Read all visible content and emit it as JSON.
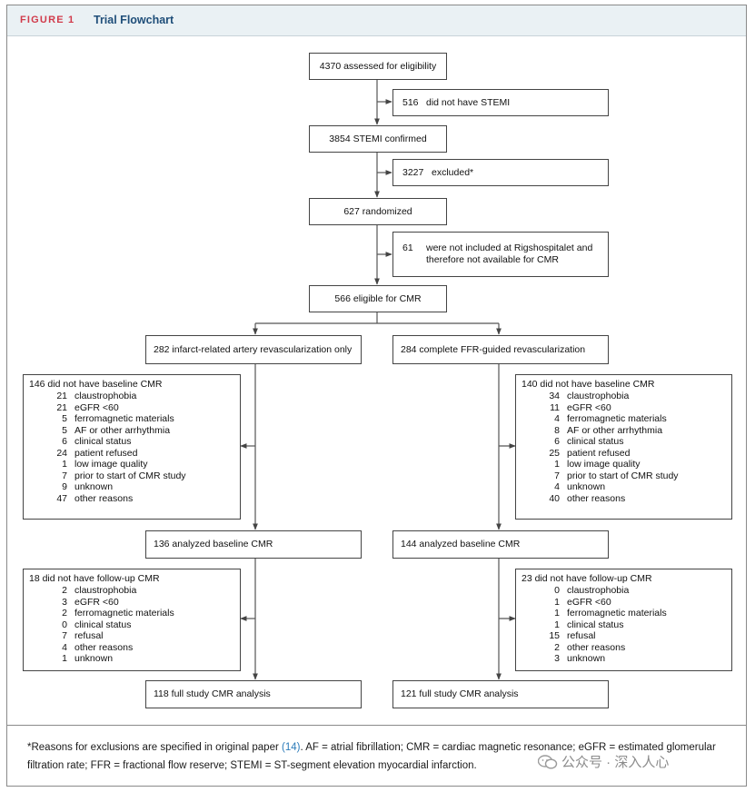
{
  "figure": {
    "label": "FIGURE 1",
    "title": "Trial Flowchart"
  },
  "flow": {
    "assessed": "4370 assessed for eligibility",
    "no_stemi": {
      "num": "516",
      "text": "did not have STEMI"
    },
    "stemi_confirmed": "3854 STEMI confirmed",
    "excluded": {
      "num": "3227",
      "text": "excluded*"
    },
    "randomized": "627 randomized",
    "not_included": {
      "num": "61",
      "line1": "were not included at Rigshospitalet and",
      "line2": "therefore not available for CMR"
    },
    "eligible": "566 eligible for CMR",
    "arm_left": "282 infarct-related artery revascularization only",
    "arm_right": "284 complete FFR-guided revascularization",
    "left_baseline_missing": {
      "head": "146 did not have baseline CMR",
      "rows": [
        {
          "n": "21",
          "r": "claustrophobia"
        },
        {
          "n": "21",
          "r": "eGFR <60"
        },
        {
          "n": "5",
          "r": "ferromagnetic materials"
        },
        {
          "n": "5",
          "r": "AF or other arrhythmia"
        },
        {
          "n": "6",
          "r": "clinical status"
        },
        {
          "n": "24",
          "r": "patient refused"
        },
        {
          "n": "1",
          "r": "low image quality"
        },
        {
          "n": "7",
          "r": "prior to start of CMR study"
        },
        {
          "n": "9",
          "r": "unknown"
        },
        {
          "n": "47",
          "r": "other reasons"
        }
      ]
    },
    "right_baseline_missing": {
      "head": "140 did not have baseline CMR",
      "rows": [
        {
          "n": "34",
          "r": "claustrophobia"
        },
        {
          "n": "11",
          "r": "eGFR <60"
        },
        {
          "n": "4",
          "r": "ferromagnetic materials"
        },
        {
          "n": "8",
          "r": "AF or other arrhythmia"
        },
        {
          "n": "6",
          "r": "clinical status"
        },
        {
          "n": "25",
          "r": "patient refused"
        },
        {
          "n": "1",
          "r": "low image quality"
        },
        {
          "n": "7",
          "r": "prior to start of CMR study"
        },
        {
          "n": "4",
          "r": "unknown"
        },
        {
          "n": "40",
          "r": "other reasons"
        }
      ]
    },
    "left_analyzed": "136 analyzed baseline CMR",
    "right_analyzed": "144 analyzed baseline CMR",
    "left_followup_missing": {
      "head": "18 did not have follow-up CMR",
      "rows": [
        {
          "n": "2",
          "r": "claustrophobia"
        },
        {
          "n": "3",
          "r": "eGFR <60"
        },
        {
          "n": "2",
          "r": "ferromagnetic materials"
        },
        {
          "n": "0",
          "r": "clinical status"
        },
        {
          "n": "7",
          "r": "refusal"
        },
        {
          "n": "4",
          "r": "other reasons"
        },
        {
          "n": "1",
          "r": "unknown"
        }
      ]
    },
    "right_followup_missing": {
      "head": "23 did not have follow-up CMR",
      "rows": [
        {
          "n": "0",
          "r": "claustrophobia"
        },
        {
          "n": "1",
          "r": "eGFR <60"
        },
        {
          "n": "1",
          "r": "ferromagnetic materials"
        },
        {
          "n": "1",
          "r": "clinical status"
        },
        {
          "n": "15",
          "r": "refusal"
        },
        {
          "n": "2",
          "r": "other reasons"
        },
        {
          "n": "3",
          "r": "unknown"
        }
      ]
    },
    "left_full": "118 full study CMR analysis",
    "right_full": "121 full study CMR analysis"
  },
  "footer": {
    "before_cite": "*Reasons for exclusions are specified in original paper ",
    "cite": "(14)",
    "after_cite": ". AF = atrial fibrillation; CMR = cardiac magnetic resonance; eGFR = estimated glomerular filtration rate; FFR = fractional flow reserve; STEMI = ST-segment elevation myocardial infarction."
  },
  "watermark": {
    "text": "公众号 · 深入人心"
  }
}
